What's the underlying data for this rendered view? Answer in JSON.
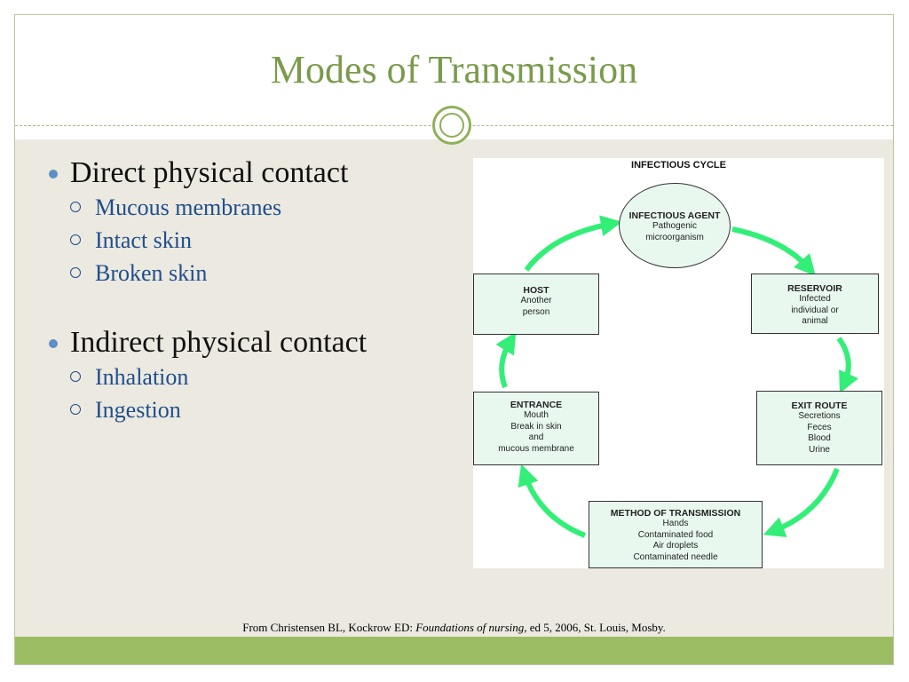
{
  "title": "Modes of Transmission",
  "bullets": [
    {
      "text": "Direct physical contact",
      "subitems": [
        "Mucous membranes",
        "Intact skin",
        "Broken skin"
      ]
    },
    {
      "text": "Indirect physical contact",
      "subitems": [
        "Inhalation",
        "Ingestion"
      ]
    }
  ],
  "diagram": {
    "title": "INFECTIOUS CYCLE",
    "nodes": {
      "agent": {
        "heading": "INFECTIOUS AGENT",
        "lines": [
          "Pathogenic",
          "microorganism"
        ]
      },
      "reservoir": {
        "heading": "RESERVOIR",
        "lines": [
          "Infected",
          "individual or",
          "animal"
        ]
      },
      "exit": {
        "heading": "EXIT ROUTE",
        "lines": [
          "Secretions",
          "Feces",
          "Blood",
          "Urine"
        ]
      },
      "method": {
        "heading": "METHOD OF TRANSMISSION",
        "lines": [
          "Hands",
          "Contaminated food",
          "Air droplets",
          "Contaminated needle"
        ]
      },
      "entrance": {
        "heading": "ENTRANCE",
        "lines": [
          "Mouth",
          "Break in skin",
          "and",
          "mucous membrane"
        ]
      },
      "host": {
        "heading": "HOST",
        "lines": [
          "Another",
          "person"
        ]
      }
    },
    "arrow_color": "#33ee77"
  },
  "footer": {
    "prefix": "From Christensen BL, Kockrow ED: ",
    "book": "Foundations of nursing",
    "suffix": ", ed 5, 2006, St. Louis, Mosby."
  },
  "colors": {
    "title": "#7a9b4c",
    "accent_band": "#9cbc64",
    "bullet": "#5d8fc4",
    "subitem_text": "#1f4e8c",
    "background": "#ece9e0"
  }
}
